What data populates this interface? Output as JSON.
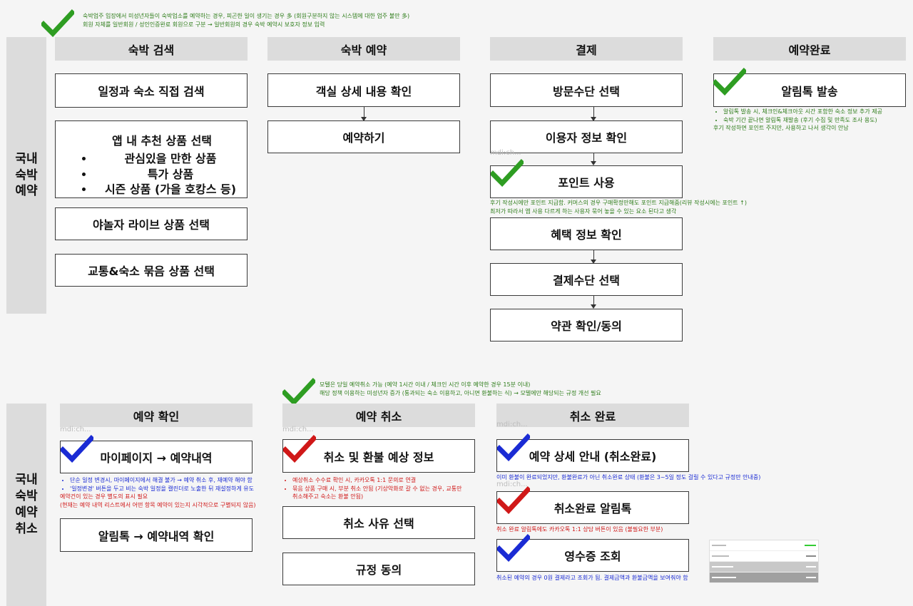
{
  "top_note": {
    "line1": "숙박업주 입장에서 미성년자들이 숙박업소를 예약하는 경우, 피곤한 일이 생기는 경우 多 (회원구분하지 않는 시스템에 대한 업주 불만 多)",
    "line2": "회원 자체를 일반회원 / 성인인증완료 회원으로 구분 → 일반회원의 경우 숙박 예약시 보호자 정보 입력"
  },
  "section1": {
    "side_label": "국내\n숙박\n예약",
    "col_search": {
      "header": "숙박 검색",
      "box1": "일정과 숙소 직접 검색",
      "rec_title": "앱 내  추천 상품 선택",
      "rec_items": [
        "관심있을 만한 상품",
        "특가 상품",
        "시즌 상품 (가을 호캉스 등)"
      ],
      "box3": "야놀자 라이브 상품 선택",
      "box4": "교통&숙소 묶음 상품 선택"
    },
    "col_reserve": {
      "header": "숙박 예약",
      "box1": "객실 상세 내용 확인",
      "box2": "예약하기"
    },
    "col_pay": {
      "header": "결제",
      "box1": "방문수단 선택",
      "box2": "이용자 정보 확인",
      "box3": "포인트 사용",
      "point_note1": "후기 작성시에만 포인트 지급함. 커머스의 경우 구매확정만해도 포인트 지급해줌(리뷰 작성시에는 포인트 ↑)",
      "point_note2": "최저가 따라서 앱 사용 다르게 하는 사용자 묶어 놓을 수 있는 요소 된다고 생각",
      "box4": "혜택 정보 확인",
      "box5": "결제수단 선택",
      "box6": "약관 확인/동의"
    },
    "col_done": {
      "header": "예약완료",
      "box1": "알림톡 발송",
      "notes": [
        "알림톡 발송 시, 체크인&체크아웃 시간 포함한 숙소 정보 추가 제공",
        "숙박 기간 끝나면 알림톡 재발송 (후기 수집 및 만족도 조사 용도)"
      ],
      "note3": "후기 작성하면 포인트 주지만, 사용하고 나서 생각이 안남"
    }
  },
  "mid_note": {
    "line1": "모텔은 당일 예약취소 가능 (예약 1시간 이내 / 체크인 시간 이후 예약한 경우 15분 이내)",
    "line2": "해당 정책 이용하는 미성년자 증가 (통과되는 숙소 이용하고, 아니면 환불하는 식) → 모텔에만 해당되는 규정 개선 필요"
  },
  "section2": {
    "side_label": "국내\n숙박\n예약\n취소",
    "col_check": {
      "header": "예약 확인",
      "box1": "마이페이지 → 예약내역",
      "blue_notes": [
        "단순 일정 변경시, 마이페이지에서 해결 불가 → 예약 취소 후, 재예약 해야 함",
        "'일정변경' 버튼을 두고 비는 숙박 일정을 캘린더로 노출한 뒤 재설정하게 유도"
      ],
      "red_note1": "예약건이 있는 경우 별도의 표시 필요",
      "red_note2": "(현재는 예약 내역 리스트에서 어떤 항목 예약이 있는지 시각적으로 구별되지 않음)",
      "box2": "알림톡 → 예약내역 확인"
    },
    "col_cancel": {
      "header": "예약 취소",
      "box1": "취소 및 환불 예상 정보",
      "red_notes": [
        "예상취소 수수료 확인 시, 카카오톡 1:1 문의로 연결",
        "묶음 상품 구매 시, 부분 취소 안됨 (기상악화로 갈 수 없는 경우, 교통만"
      ],
      "red_note_cont": "취소해주고 숙소는 환불 안됨)",
      "box2": "취소 사유 선택",
      "box3": "규정 동의"
    },
    "col_complete": {
      "header": "취소 완료",
      "box1": "예약 상세 안내 (취소완료)",
      "note1": "이미 환불이 완료되었지만, 환불완료가 아닌 취소완료 상태 (환불은 3~5일 정도 걸릴 수 있다고 규정만 안내중)",
      "box2": "취소완료 알림톡",
      "note2": "취소 완료 알림톡에도 카카오톡 1:1 상담 버튼이 있음 (불필요한 부분)",
      "box3": "영수증 조회",
      "note3": "취소된 예약의 경우 0원 결제라고 조회가 됨. 결제금액과 환불금액을 보여줘야 함"
    }
  },
  "mdi_label": "mdi:ch...",
  "colors": {
    "check_green": "#2e9d22",
    "check_blue": "#1a2bd4",
    "check_red": "#d01818"
  }
}
